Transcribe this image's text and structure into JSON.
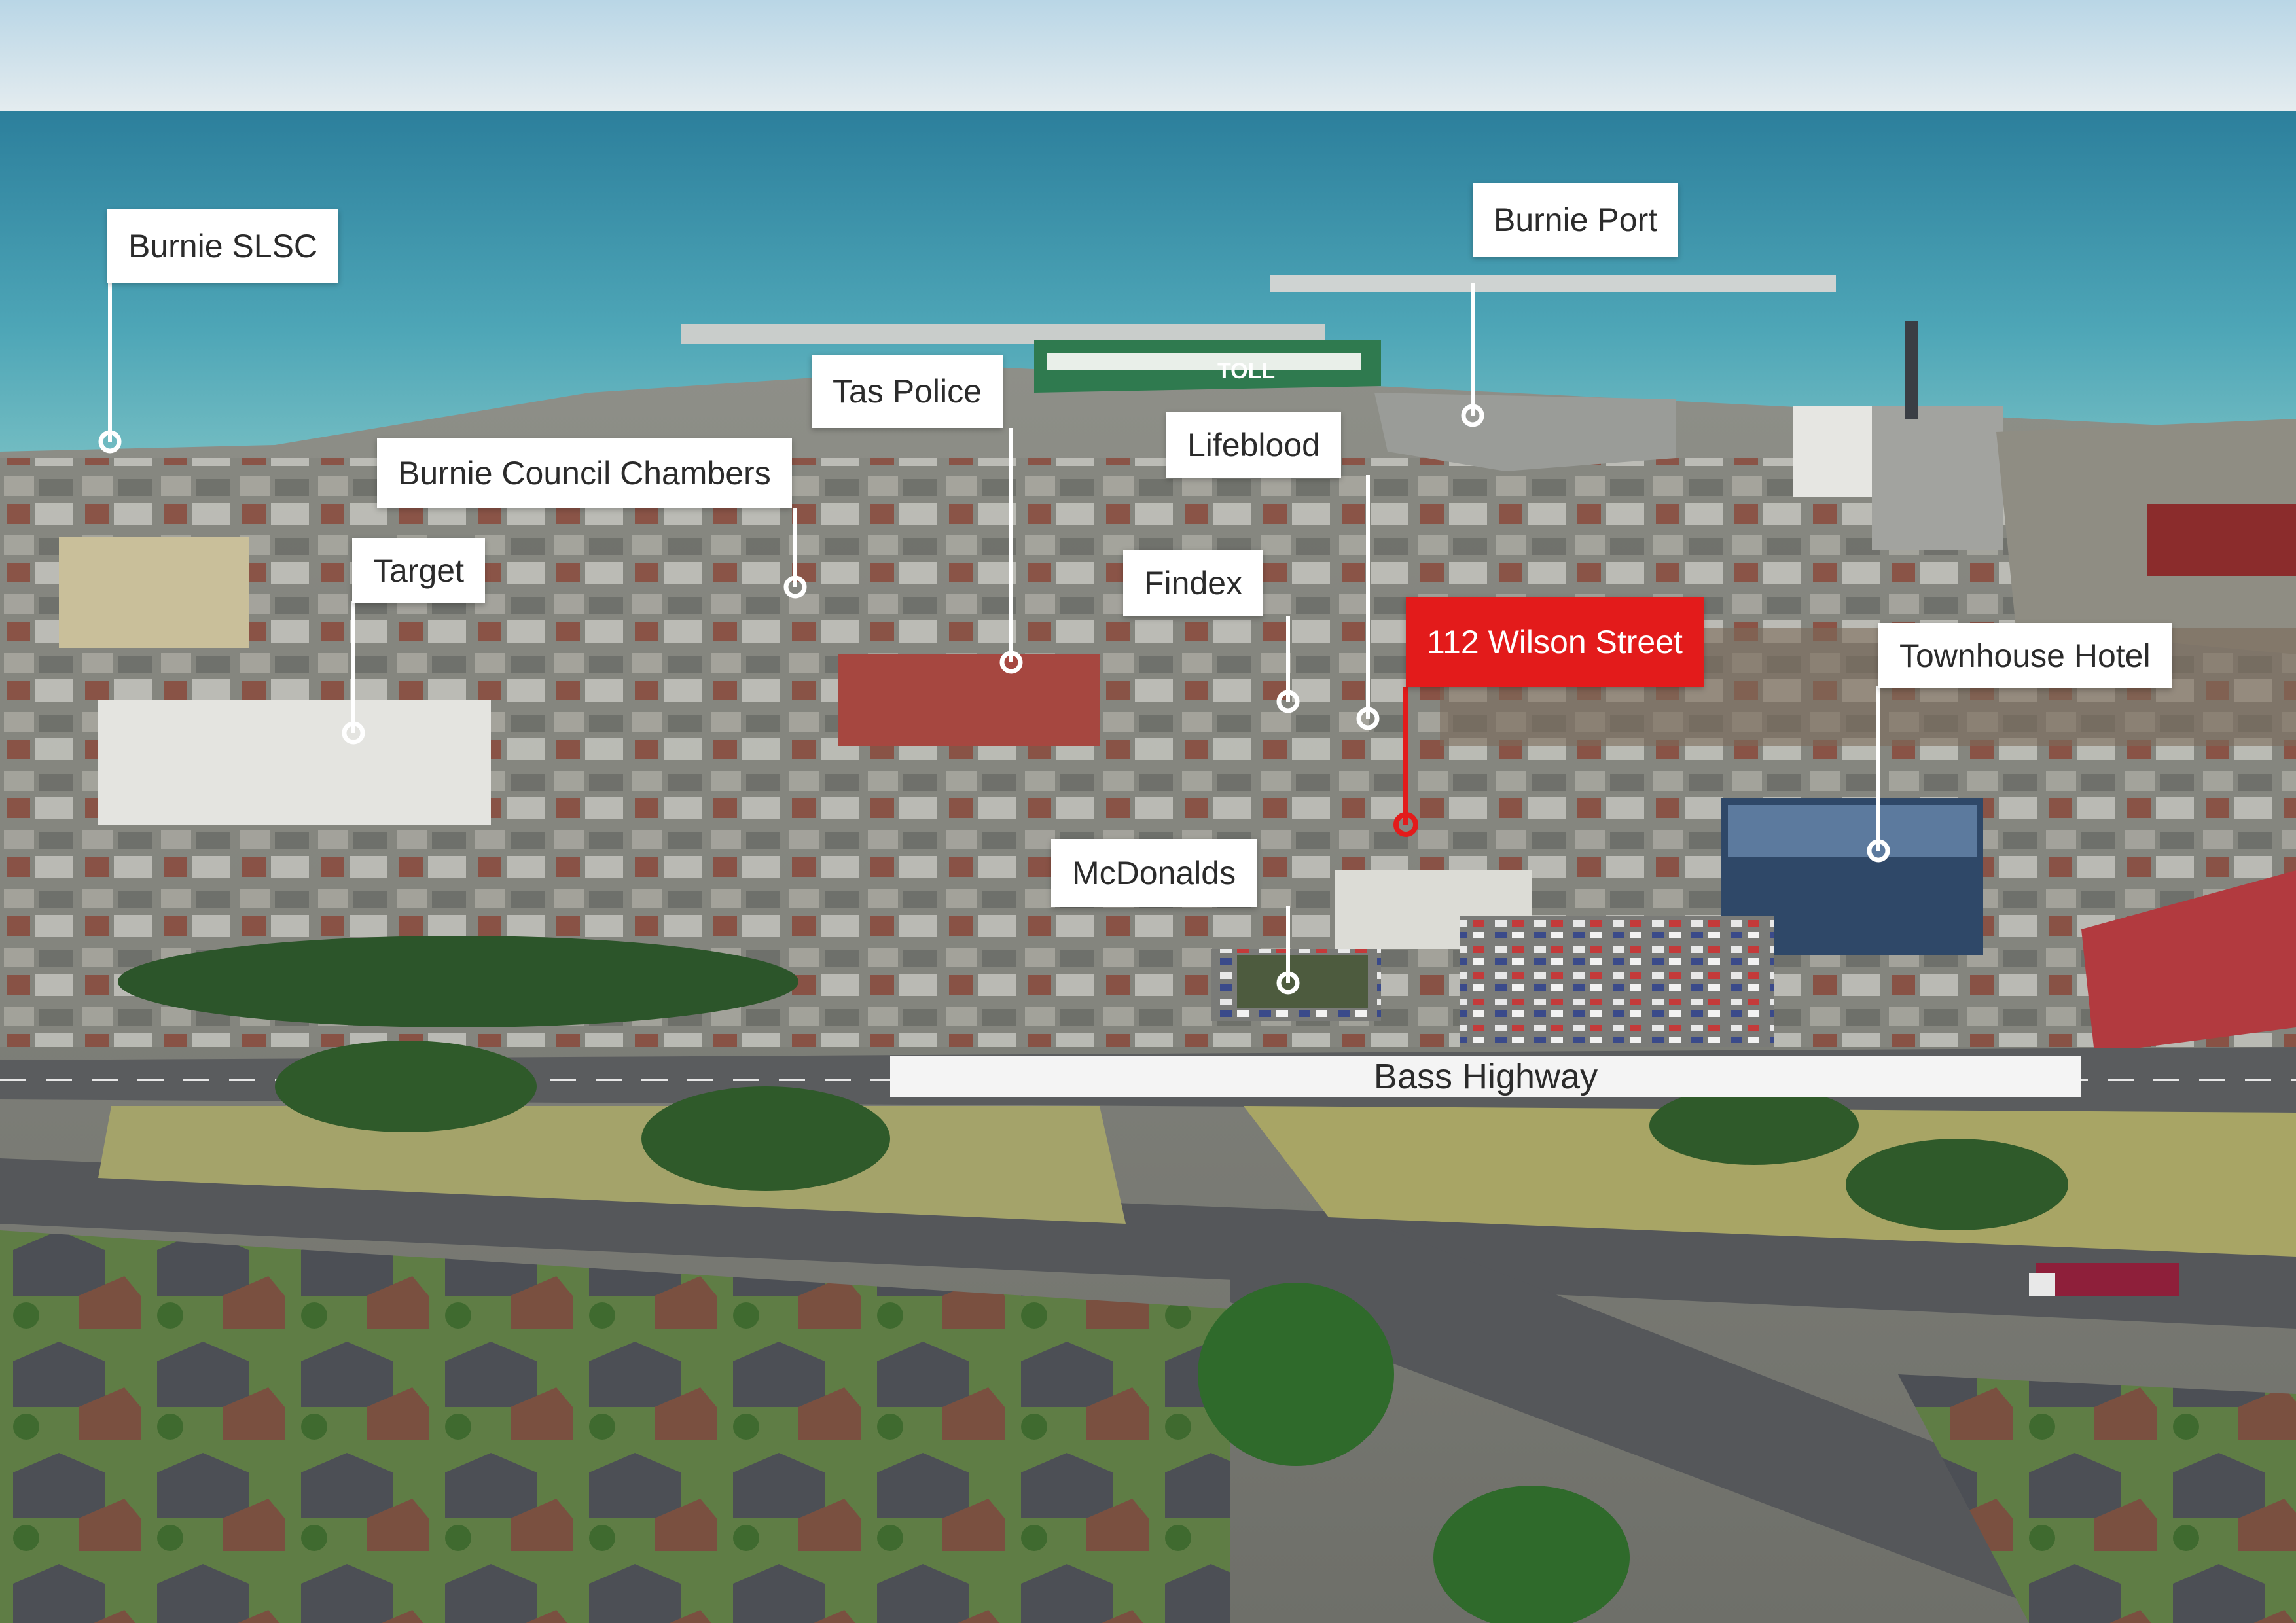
{
  "map": {
    "callouts": [
      {
        "id": "burnie-slsc",
        "label": "Burnie SLSC"
      },
      {
        "id": "burnie-port",
        "label": "Burnie Port"
      },
      {
        "id": "tas-police",
        "label": "Tas Police"
      },
      {
        "id": "burnie-council-chambers",
        "label": "Burnie Council Chambers"
      },
      {
        "id": "lifeblood",
        "label": "Lifeblood"
      },
      {
        "id": "target",
        "label": "Target"
      },
      {
        "id": "findex",
        "label": "Findex"
      },
      {
        "id": "subject-property",
        "label": "112 Wilson Street",
        "highlight": true
      },
      {
        "id": "townhouse-hotel",
        "label": "Townhouse Hotel"
      },
      {
        "id": "mcdonalds",
        "label": "McDonalds"
      }
    ],
    "road_label": "Bass Highway",
    "colors": {
      "highlight": "#e31b1b",
      "callout_bg": "#ffffff",
      "callout_text": "#2b2b2b",
      "leader_line": "#ffffff"
    },
    "toll_ship_text": "TOLL"
  }
}
